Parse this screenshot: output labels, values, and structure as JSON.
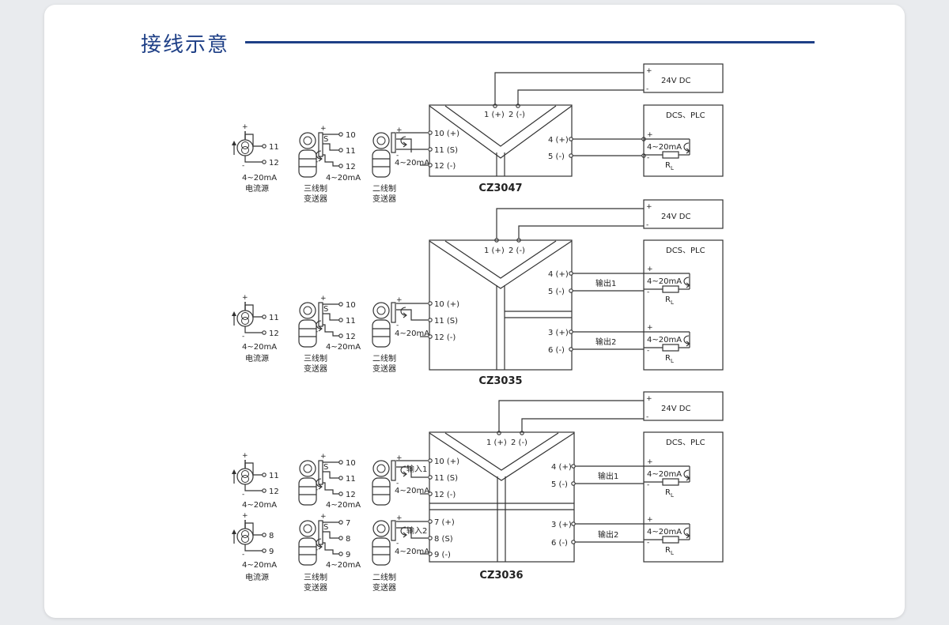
{
  "header": {
    "title": "接线示意"
  },
  "labels": {
    "l24v": "24V DC",
    "dcs": "DCS、PLC",
    "ma": "4~20mA",
    "rl": "R",
    "rl_sub": "L",
    "p1": "1 (+)",
    "p2": "2 (-)",
    "p10": "10 (+)",
    "p11": "11 (S)",
    "p12": "12 (-)",
    "p7": "7 (+)",
    "p8": "8 (S)",
    "p9": "9 (-)",
    "p4": "4 (+)",
    "p5": "5 (-)",
    "p3": "3 (+)",
    "p6": "6 (-)",
    "plus": "+",
    "minus": "-",
    "t10": "10",
    "t11": "11",
    "t12": "12",
    "t7": "7",
    "t8": "8",
    "t9": "9",
    "s": "S",
    "current_source_1": "电流源",
    "three_wire_1": "三线制",
    "three_wire_2": "变送器",
    "two_wire_1": "二线制",
    "two_wire_2": "变送器",
    "out1": "输出1",
    "out2": "输出2",
    "in1": "输入1",
    "in2": "输入2"
  },
  "models": [
    "CZ3047",
    "CZ3035",
    "CZ3036"
  ]
}
